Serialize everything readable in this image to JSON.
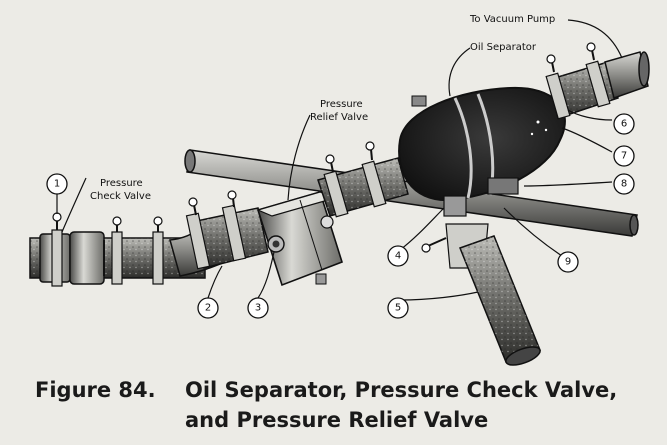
{
  "callouts": {
    "to_vacuum_pump": "To Vacuum Pump",
    "oil_separator": "Oil Separator",
    "pressure_relief_valve_1": "Pressure",
    "pressure_relief_valve_2": "Relief Valve",
    "pressure_check_valve_1": "Pressure",
    "pressure_check_valve_2": "Check Valve"
  },
  "numbers": [
    "1",
    "2",
    "3",
    "4",
    "5",
    "6",
    "7",
    "8",
    "9"
  ],
  "caption": {
    "figure_label": "Figure 84.",
    "line1": "Oil Separator, Pressure Check Valve,",
    "line2": "and Pressure Relief Valve"
  },
  "colors": {
    "ink": "#111111",
    "paper": "#ecebe6",
    "metal": "#8a8a86",
    "dark": "#1b1b1b"
  }
}
